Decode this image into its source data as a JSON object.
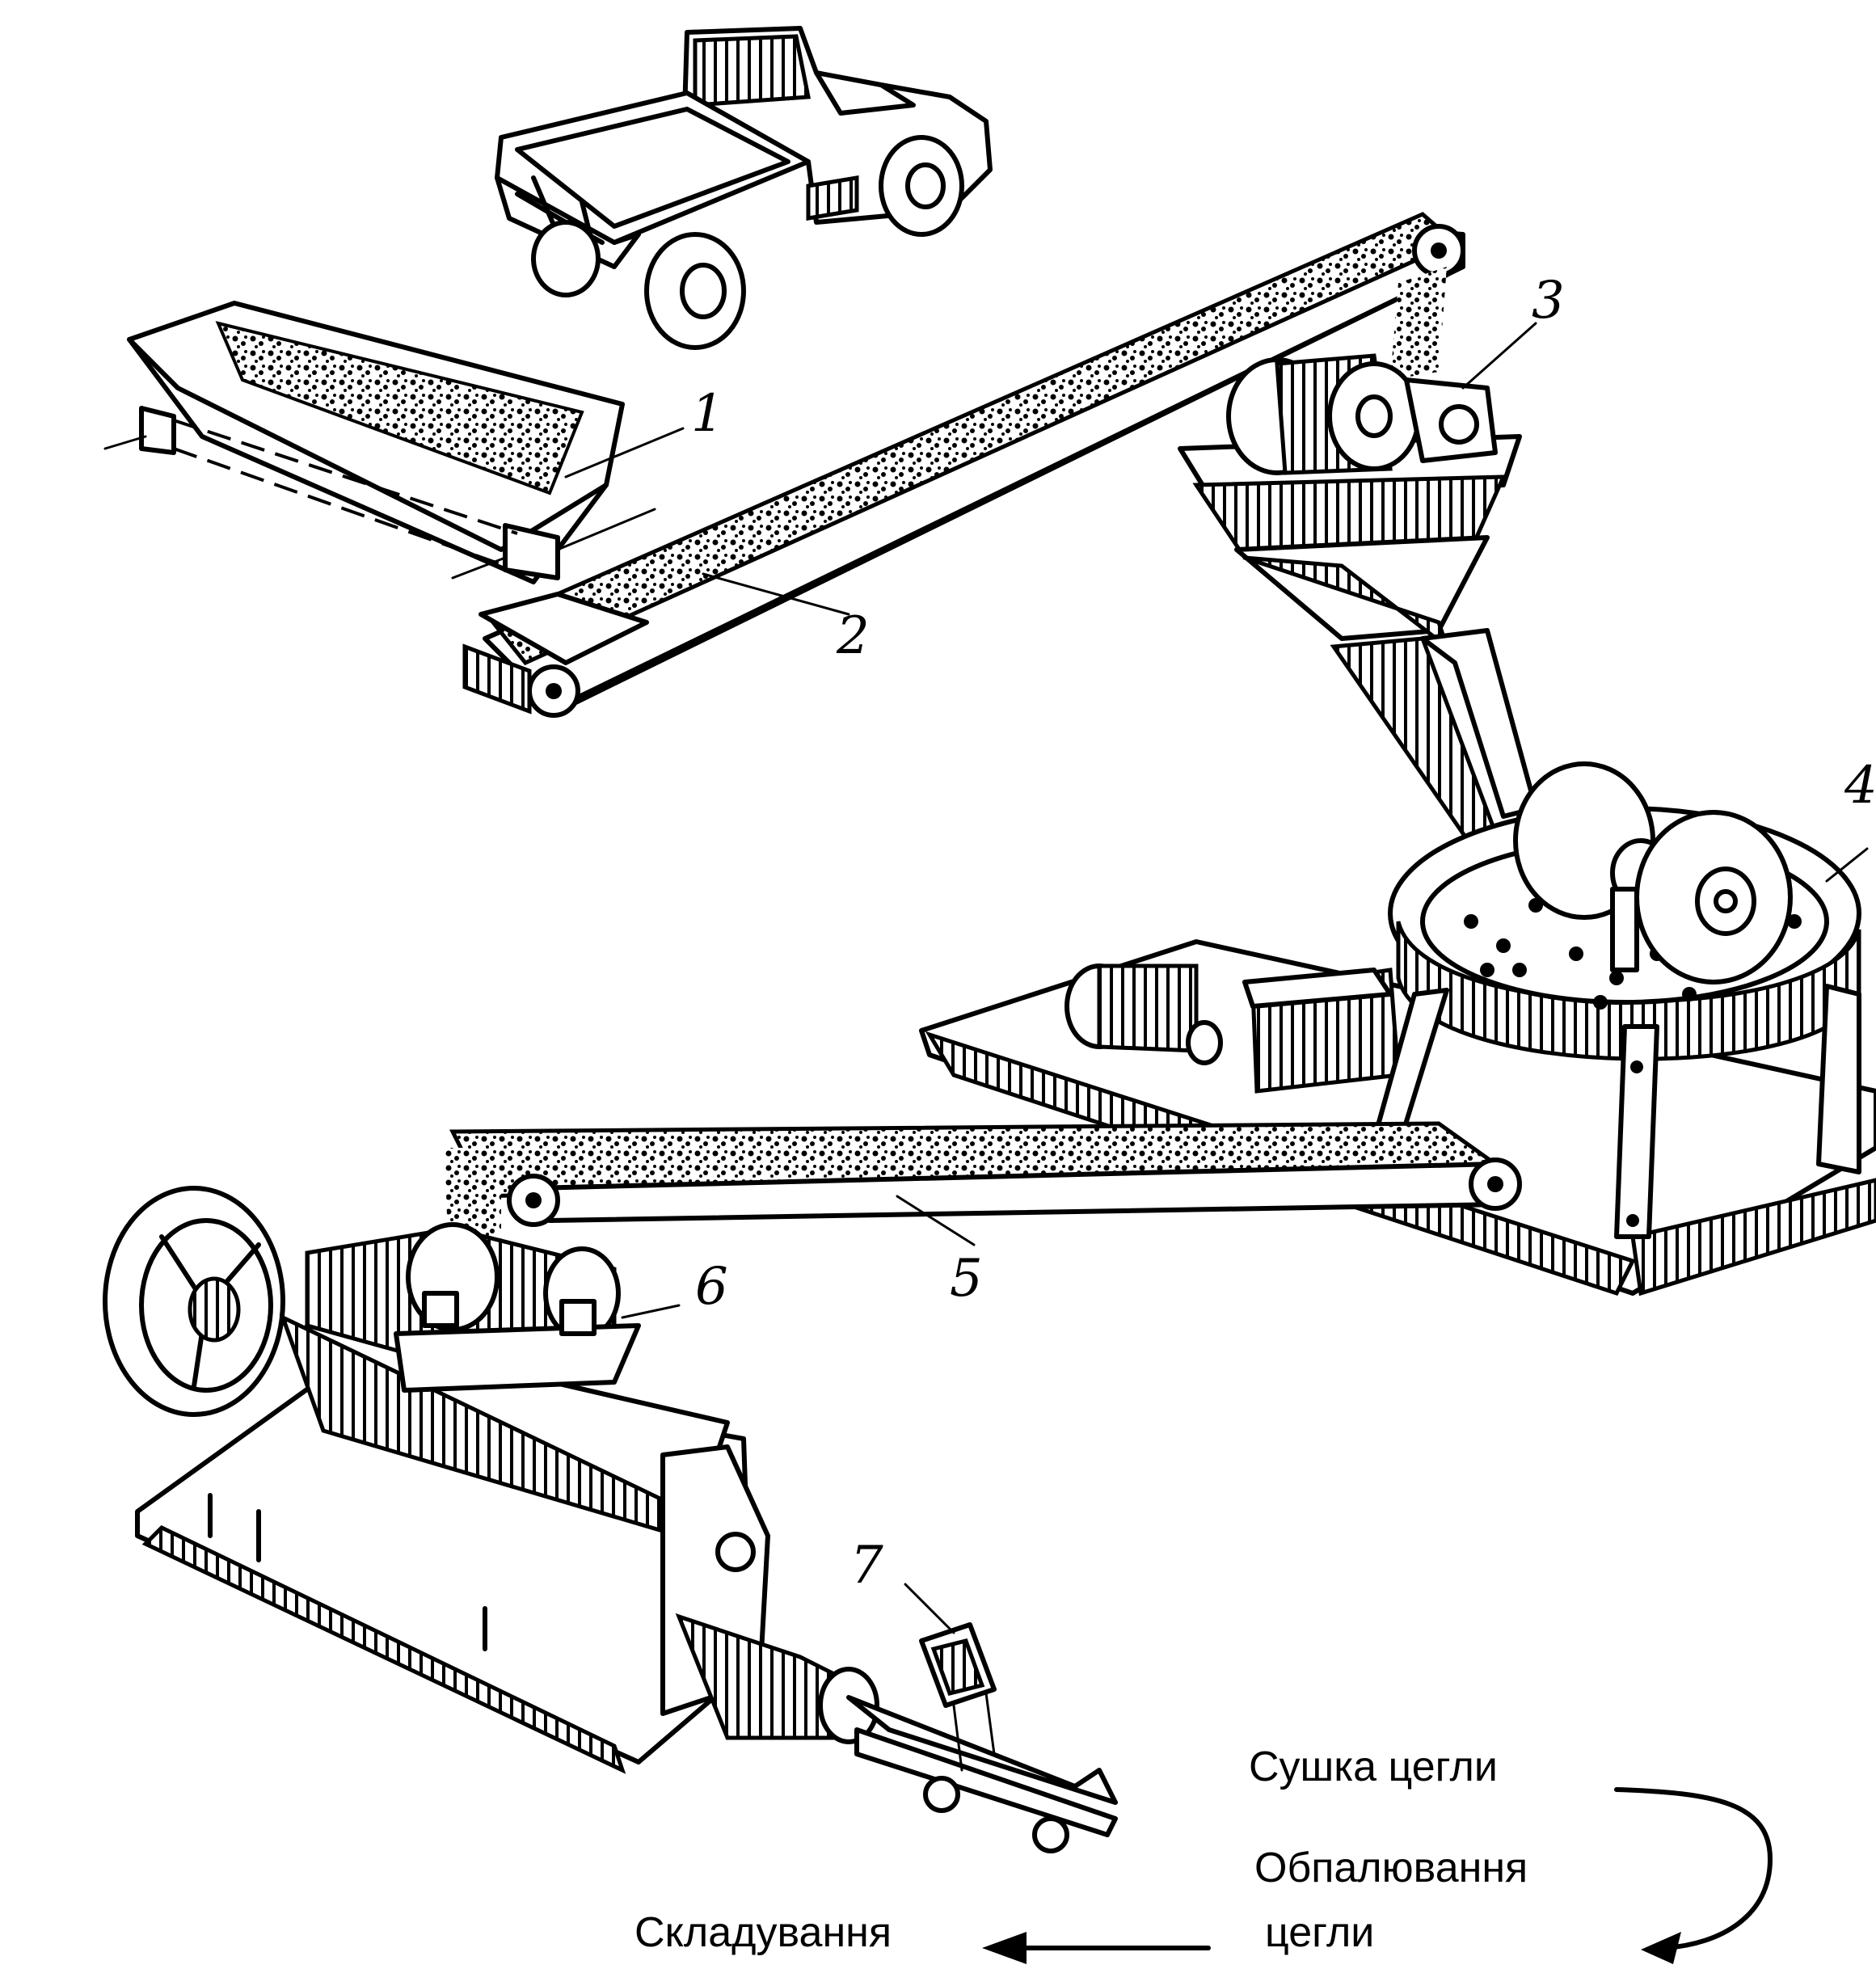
{
  "labels": {
    "l1": "1",
    "l2": "2",
    "l3": "3",
    "l4": "4",
    "l5": "5",
    "l6": "6",
    "l7": "7"
  },
  "captions": {
    "drying": "Сушка цегли",
    "firing_line1": "Обпалювання",
    "firing_line2": "цегли",
    "storage": "Складування"
  }
}
